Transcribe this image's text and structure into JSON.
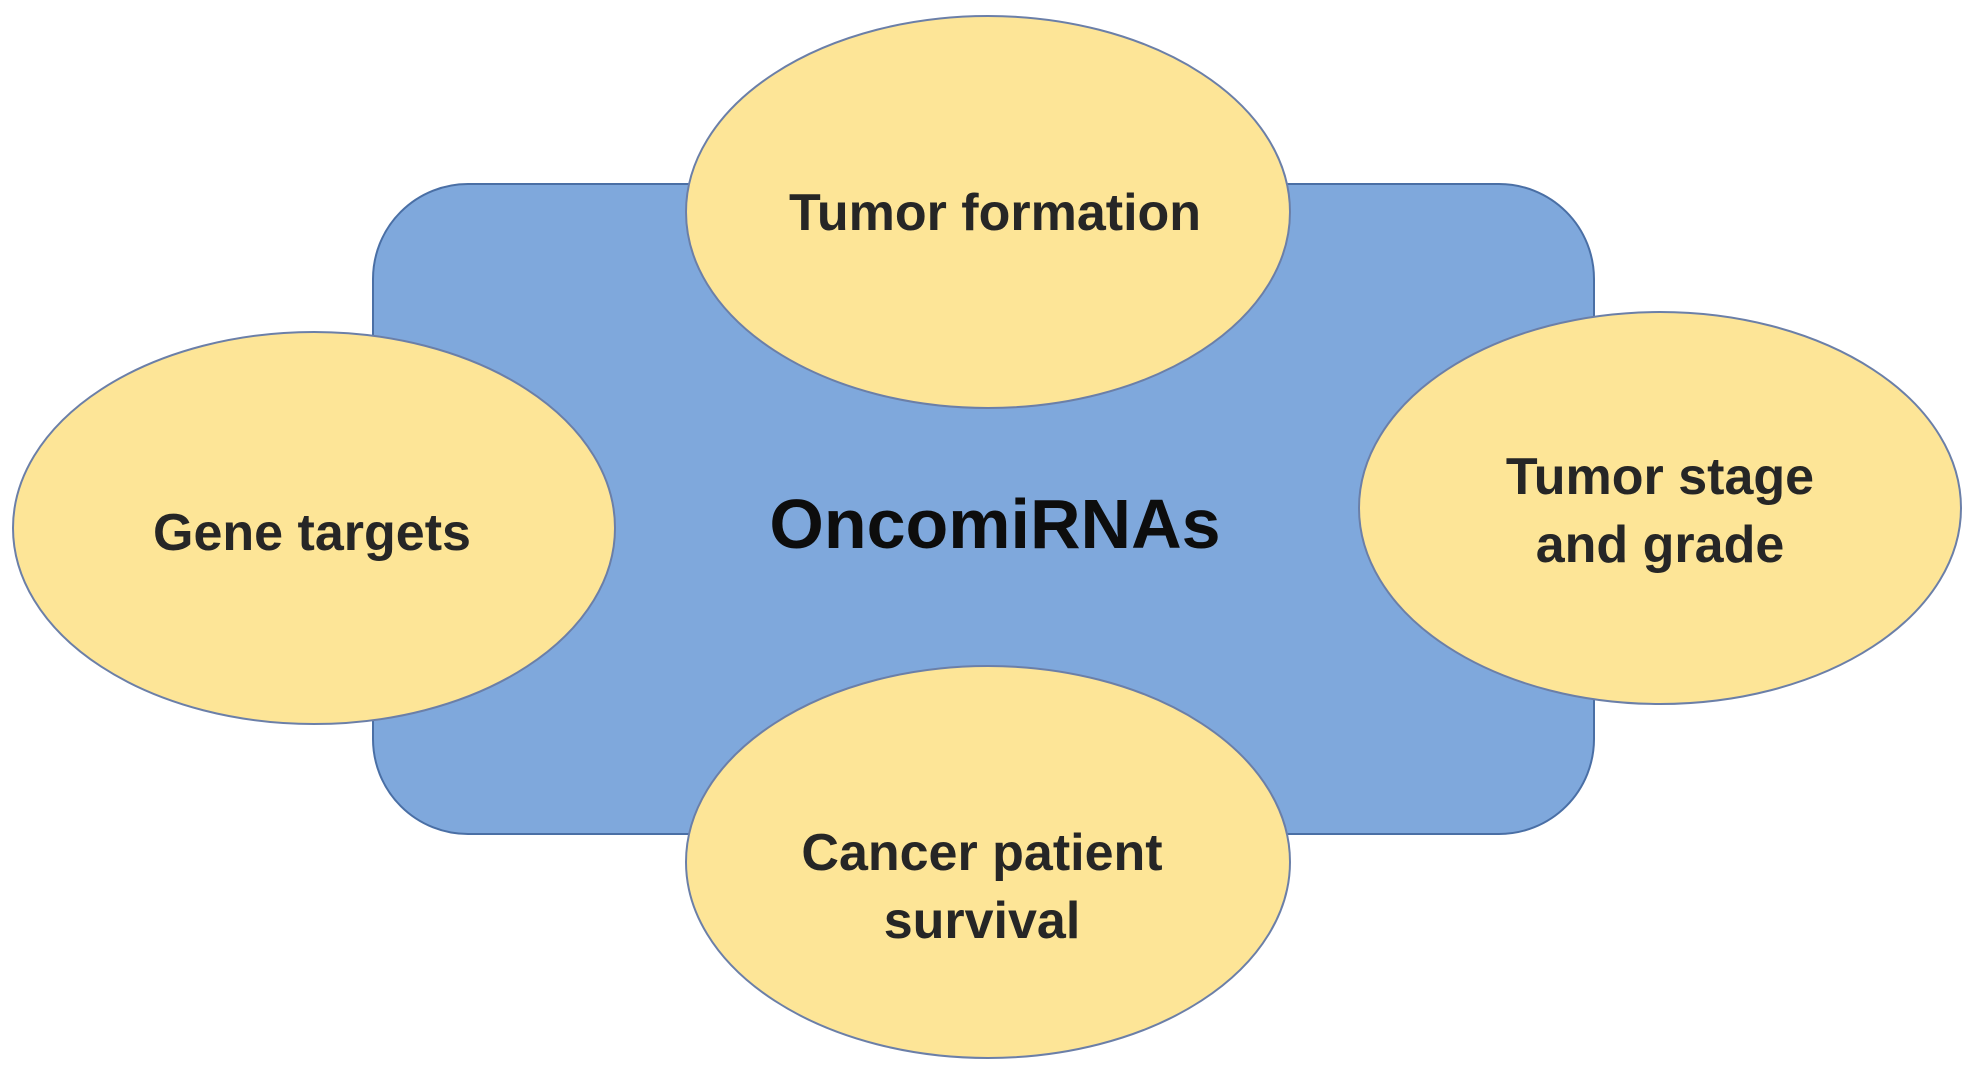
{
  "colors": {
    "center_fill": "#7fa8dc",
    "center_stroke": "#4a6fa5",
    "node_fill": "#fde597",
    "node_stroke": "#6b7fa8",
    "text": "#262626",
    "background": "#ffffff"
  },
  "center": {
    "label": "OncomiRNAs"
  },
  "nodes": {
    "top": {
      "line1": "Tumor formation"
    },
    "left": {
      "line1": "Gene targets"
    },
    "right": {
      "line1": "Tumor stage",
      "line2": "and grade"
    },
    "bottom": {
      "line1": "Cancer patient",
      "line2": "survival"
    }
  }
}
